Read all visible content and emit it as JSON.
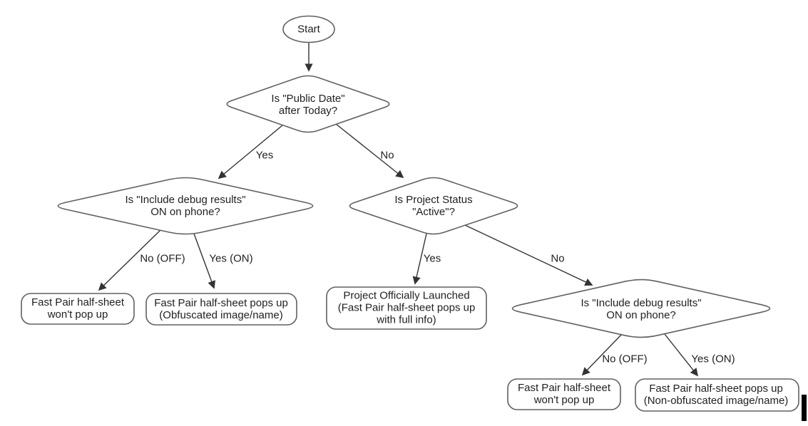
{
  "nodes": {
    "start": "Start",
    "public_date": "Is \"Public Date\"\nafter Today?",
    "debug_left": "Is \"Include debug results\"\nON on phone?",
    "project_status": "Is Project Status\n\"Active\"?",
    "debug_right": "Is \"Include debug results\"\nON on phone?",
    "no_popup_left": "Fast Pair half-sheet\nwon't pop up",
    "obfuscated_popup": "Fast Pair half-sheet pops up\n(Obfuscated image/name)",
    "launched": "Project Officially Launched\n(Fast Pair half-sheet pops up\nwith full info)",
    "no_popup_right": "Fast Pair half-sheet\nwon't pop up",
    "non_obfuscated_popup": "Fast Pair half-sheet pops up\n(Non-obfuscated image/name)"
  },
  "edges": {
    "public_date_yes": "Yes",
    "public_date_no": "No",
    "debug_left_no": "No (OFF)",
    "debug_left_yes": "Yes (ON)",
    "project_status_yes": "Yes",
    "project_status_no": "No",
    "debug_right_no": "No (OFF)",
    "debug_right_yes": "Yes (ON)"
  },
  "colors": {
    "background": "#ffffff",
    "shape_fill": "#ffffff",
    "shape_stroke": "#5f6062",
    "connector": "#333333",
    "text": "#1f1f1f",
    "cursor_bar": "#000000"
  }
}
